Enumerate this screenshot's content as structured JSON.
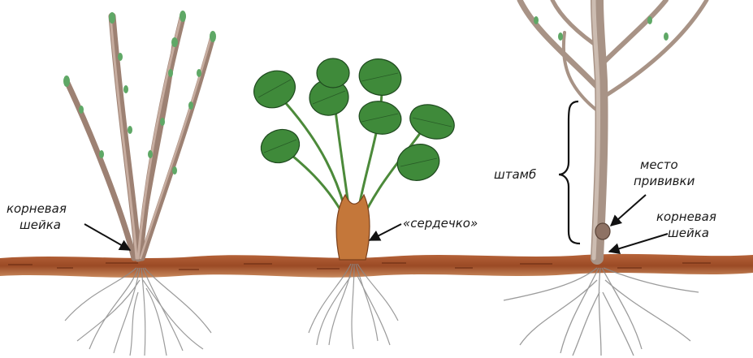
{
  "labels": {
    "shrub_root_collar": [
      "корневая",
      "шейка"
    ],
    "strawberry_heart": "«сердечко»",
    "trunk": "штамб",
    "graft_site": [
      "место",
      "прививки"
    ],
    "tree_root_collar": [
      "корневая",
      "шейка"
    ]
  },
  "colors": {
    "soil": "#9b4a25",
    "bark": "#b89a8a",
    "leaf": "#3f8a3a",
    "bud": "#5fa866",
    "roots": "#8a8a8a"
  }
}
